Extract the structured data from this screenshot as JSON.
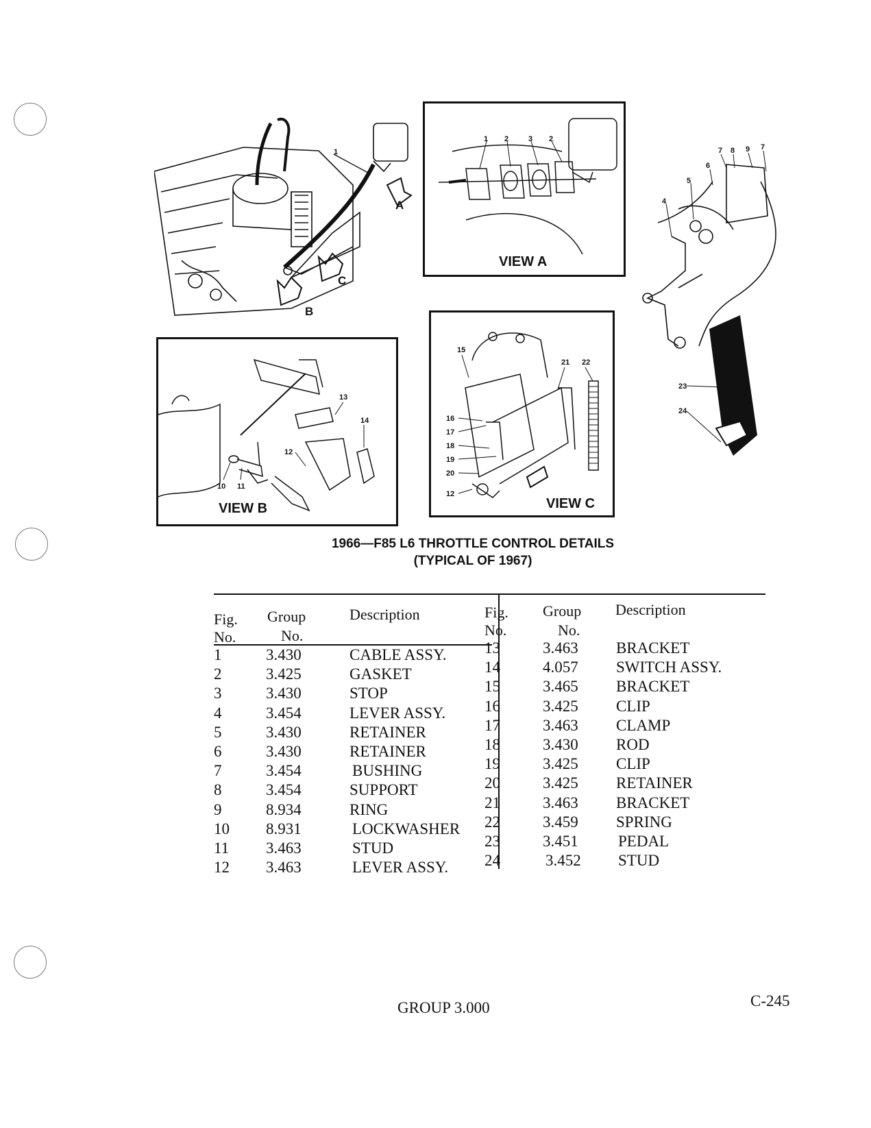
{
  "figures": {
    "main_callouts": [
      "1",
      "A",
      "B",
      "C"
    ],
    "view_a": {
      "label": "VIEW A",
      "callouts": [
        "1",
        "2",
        "3",
        "2"
      ]
    },
    "view_b": {
      "label": "VIEW B",
      "callouts": [
        "13",
        "14",
        "12",
        "10",
        "11"
      ]
    },
    "view_c": {
      "label": "VIEW C",
      "callouts": [
        "15",
        "21",
        "22",
        "16",
        "17",
        "18",
        "19",
        "20",
        "12"
      ]
    },
    "pedal_callouts": [
      "7",
      "8",
      "9",
      "7",
      "6",
      "5",
      "4",
      "23",
      "24"
    ]
  },
  "caption": {
    "line1": "1966—F85 L6 THROTTLE CONTROL DETAILS",
    "line2": "(TYPICAL OF 1967)"
  },
  "parts_table": {
    "headers": {
      "fig_top": "Fig.",
      "fig_bottom": "No.",
      "group_top": "Group",
      "group_bottom": "No.",
      "description": "Description"
    },
    "left": [
      {
        "fig": "1",
        "group": "3.430",
        "desc": "CABLE ASSY."
      },
      {
        "fig": "2",
        "group": "3.425",
        "desc": "GASKET"
      },
      {
        "fig": "3",
        "group": "3.430",
        "desc": "STOP"
      },
      {
        "fig": "4",
        "group": "3.454",
        "desc": "LEVER ASSY."
      },
      {
        "fig": "5",
        "group": "3.430",
        "desc": "RETAINER"
      },
      {
        "fig": "6",
        "group": "3.430",
        "desc": "RETAINER"
      },
      {
        "fig": "7",
        "group": "3.454",
        "desc": "BUSHING"
      },
      {
        "fig": "8",
        "group": "3.454",
        "desc": "SUPPORT"
      },
      {
        "fig": "9",
        "group": "8.934",
        "desc": "RING"
      },
      {
        "fig": "10",
        "group": "8.931",
        "desc": "LOCKWASHER"
      },
      {
        "fig": "11",
        "group": "3.463",
        "desc": "STUD"
      },
      {
        "fig": "12",
        "group": "3.463",
        "desc": "LEVER ASSY."
      }
    ],
    "right": [
      {
        "fig": "13",
        "group": "3.463",
        "desc": "BRACKET"
      },
      {
        "fig": "14",
        "group": "4.057",
        "desc": "SWITCH ASSY."
      },
      {
        "fig": "15",
        "group": "3.465",
        "desc": "BRACKET"
      },
      {
        "fig": "16",
        "group": "3.425",
        "desc": "CLIP"
      },
      {
        "fig": "17",
        "group": "3.463",
        "desc": "CLAMP"
      },
      {
        "fig": "18",
        "group": "3.430",
        "desc": "ROD"
      },
      {
        "fig": "19",
        "group": "3.425",
        "desc": "CLIP"
      },
      {
        "fig": "20",
        "group": "3.425",
        "desc": "RETAINER"
      },
      {
        "fig": "21",
        "group": "3.463",
        "desc": "BRACKET"
      },
      {
        "fig": "22",
        "group": "3.459",
        "desc": "SPRING"
      },
      {
        "fig": "23",
        "group": "3.451",
        "desc": "PEDAL"
      },
      {
        "fig": "24",
        "group": "3.452",
        "desc": "STUD"
      }
    ]
  },
  "footer": {
    "group": "GROUP 3.000",
    "page": "C-245"
  }
}
